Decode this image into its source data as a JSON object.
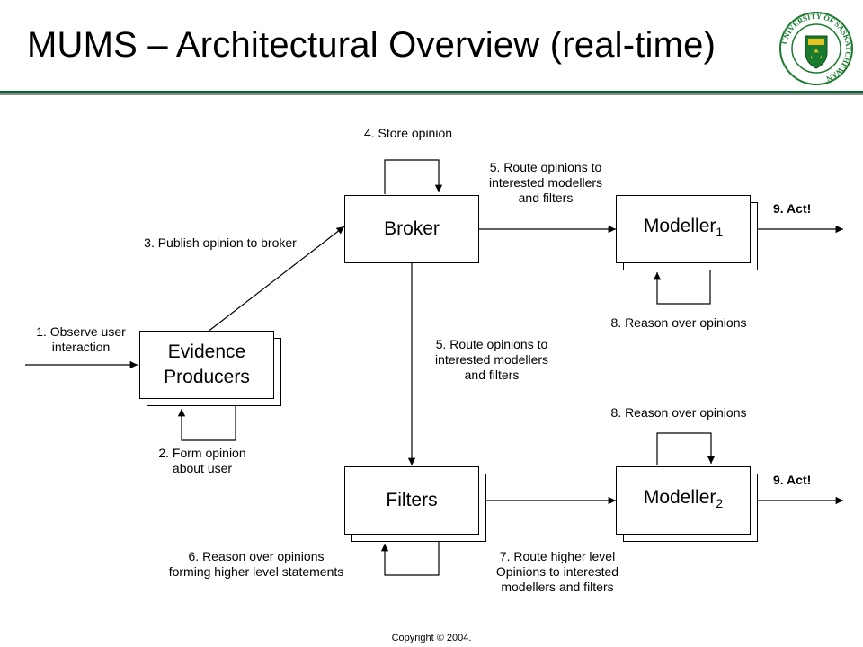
{
  "title": "MUMS – Architectural Overview (real-time)",
  "logo": {
    "text": "UNIVERSITY OF SASKATCHEWAN"
  },
  "boxes": {
    "broker": "Broker",
    "filters": "Filters",
    "evidence_line1": "Evidence",
    "evidence_line2": "Producers",
    "modeller1": "Modeller",
    "modeller1_sub": "1",
    "modeller2": "Modeller",
    "modeller2_sub": "2"
  },
  "labels": {
    "store": "4. Store opinion",
    "route_top": [
      "5. Route opinions to",
      "interested modellers",
      "and filters"
    ],
    "publish": "3. Publish opinion to broker",
    "observe": [
      "1. Observe user",
      "interaction"
    ],
    "reason_m1": "8. Reason over opinions",
    "route_mid": [
      "5. Route opinions to",
      "interested modellers",
      "and filters"
    ],
    "reason_m2": "8. Reason over opinions",
    "form": [
      "2. Form opinion",
      "about user"
    ],
    "reason_filters": [
      "6. Reason over opinions",
      "forming higher level statements"
    ],
    "route_higher": [
      "7. Route higher level",
      "Opinions to interested",
      "modellers and filters"
    ],
    "act1": "9. Act!",
    "act2": "9. Act!"
  },
  "copyright": "Copyright © 2004.",
  "colors": {
    "rule": "#006633",
    "logo_green": "#1a7a2e",
    "logo_gold": "#e8c21f"
  }
}
